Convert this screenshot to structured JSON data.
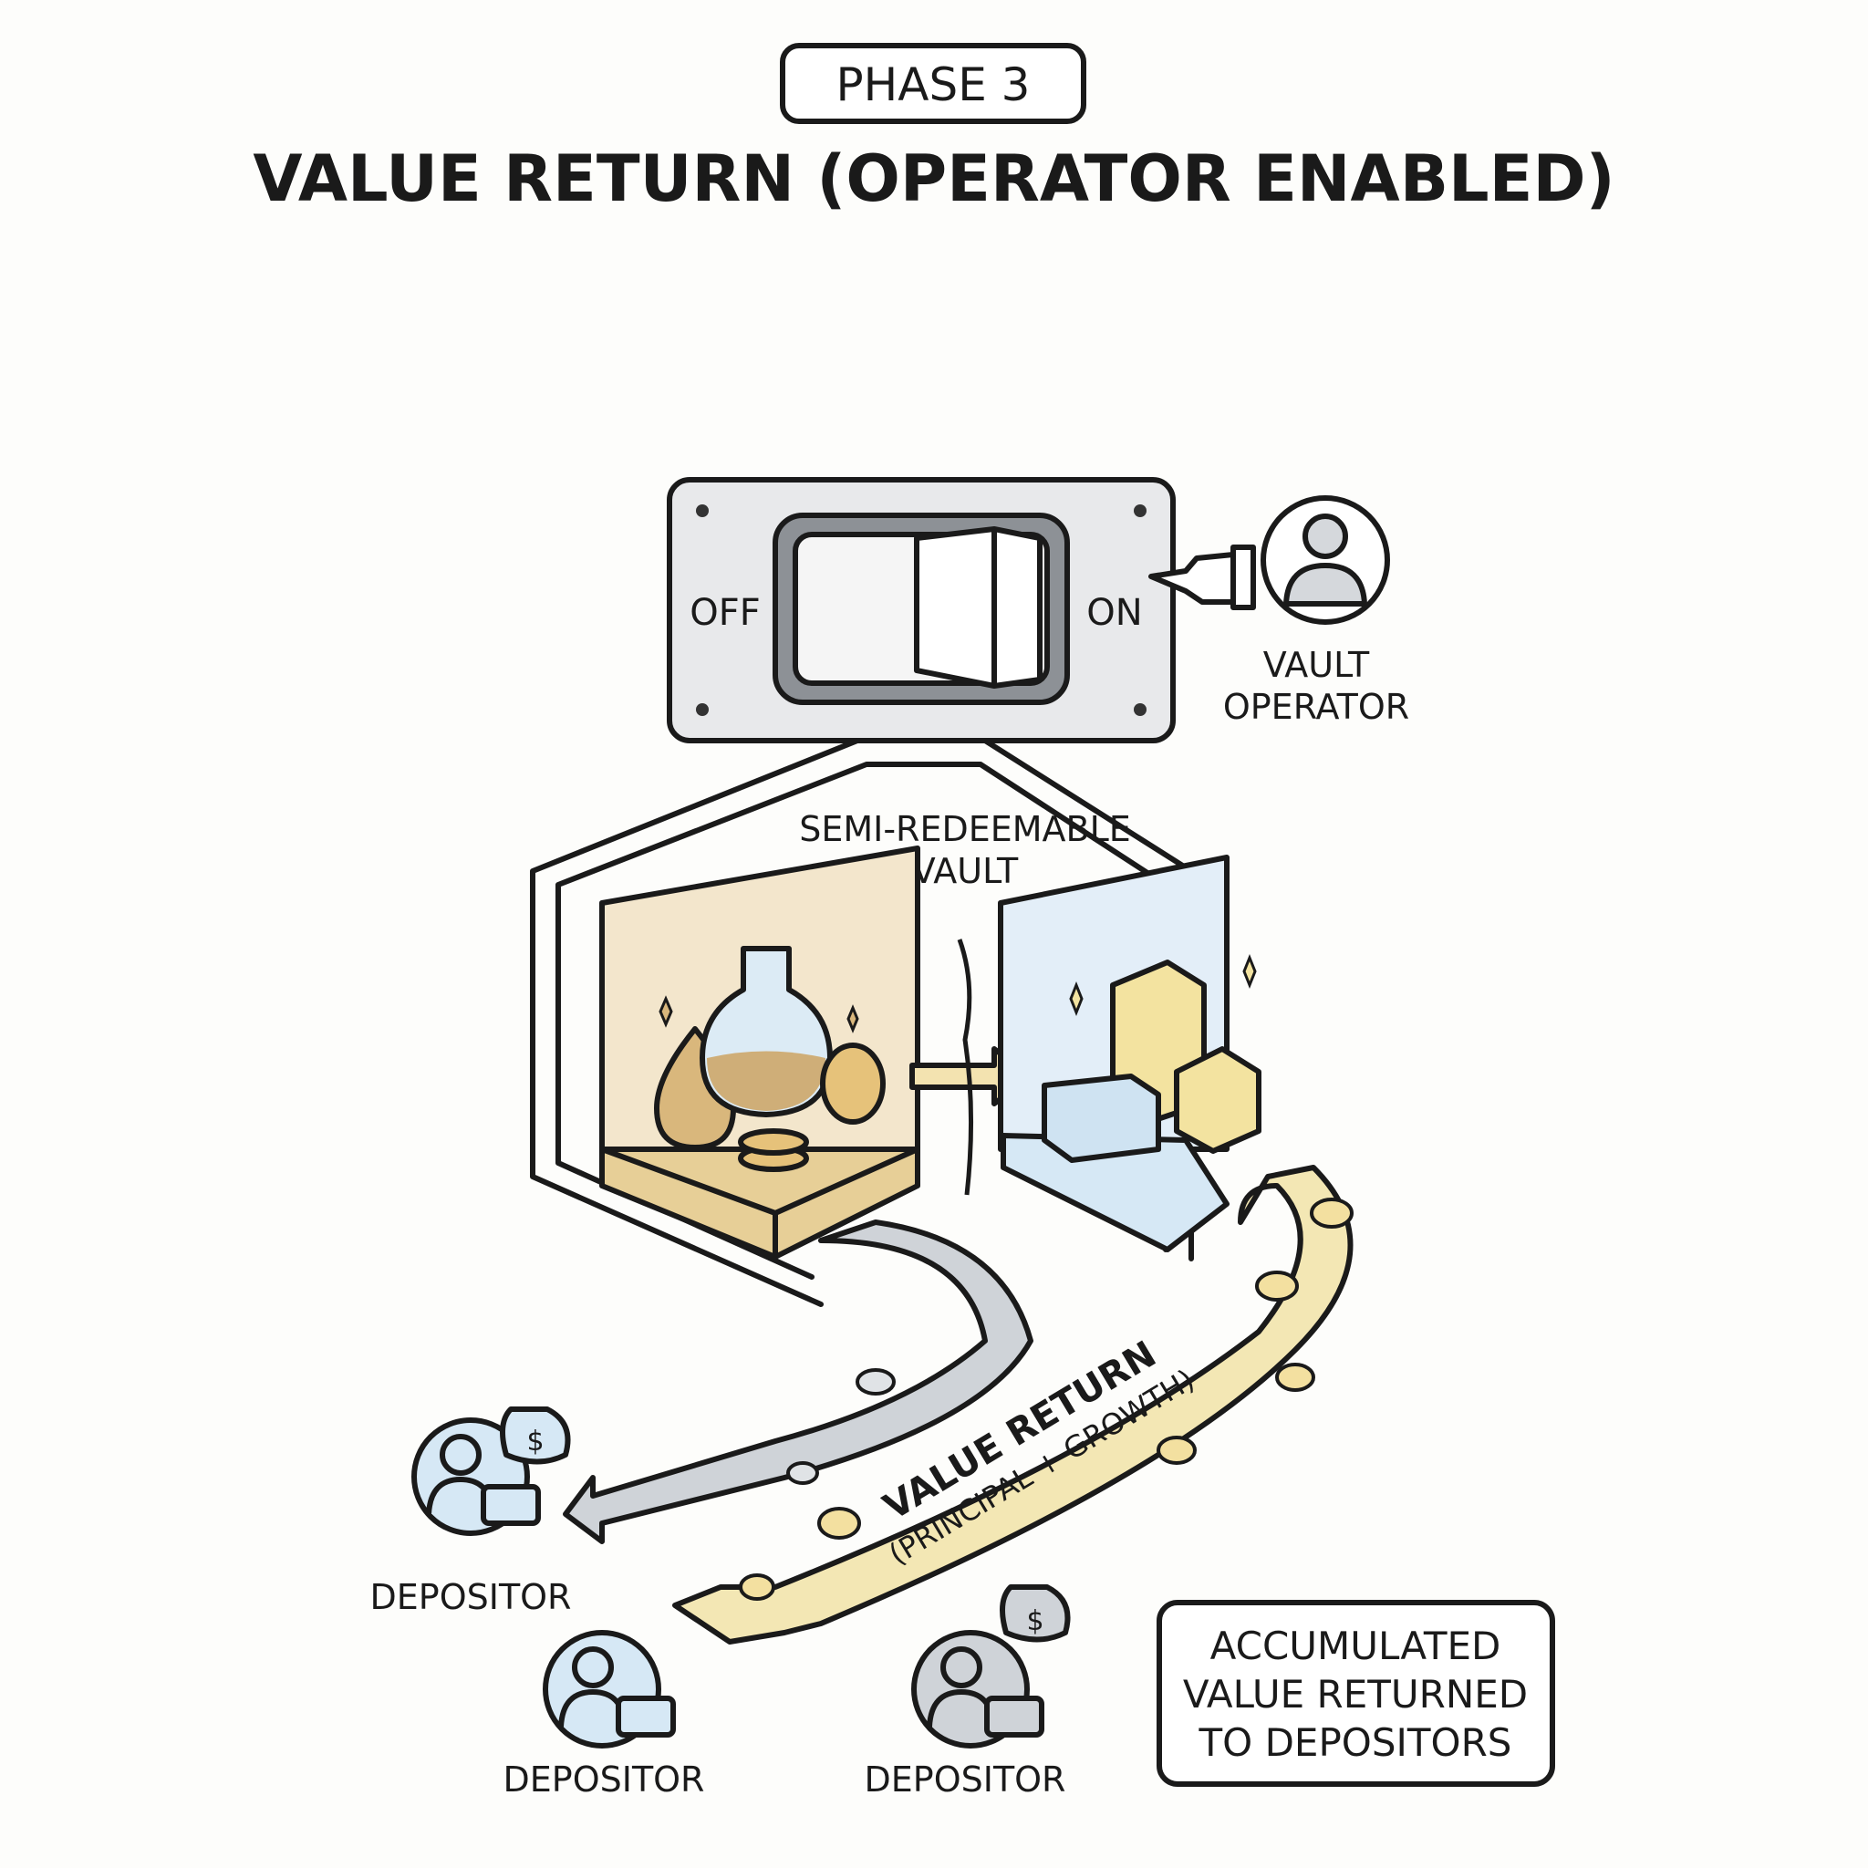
{
  "header": {
    "phase_badge": "PHASE 3",
    "title": "VALUE RETURN (OPERATOR ENABLED)"
  },
  "switch": {
    "off_label": "OFF",
    "on_label": "ON",
    "state": "on"
  },
  "operator": {
    "label_line1": "VAULT",
    "label_line2": "OPERATOR"
  },
  "vault": {
    "label_line1": "SEMI-REDEEMABLE",
    "label_line2": "VAULT"
  },
  "flow": {
    "label_line1": "VALUE RETURN",
    "label_line2": "(PRINCIPAL + GROWTH)"
  },
  "depositors": [
    {
      "label": "DEPOSITOR",
      "currency": "$"
    },
    {
      "label": "DEPOSITOR"
    },
    {
      "label": "DEPOSITOR",
      "currency": "$"
    }
  ],
  "note": {
    "line1": "ACCUMULATED",
    "line2": "VALUE RETURNED",
    "line3": "TO DEPOSITORS"
  },
  "colors": {
    "gold": "#f3e3b0",
    "tan": "#ead7b0",
    "ice": "#dcebf7",
    "grey": "#cfd3d8",
    "ink": "#1a1a1a"
  }
}
